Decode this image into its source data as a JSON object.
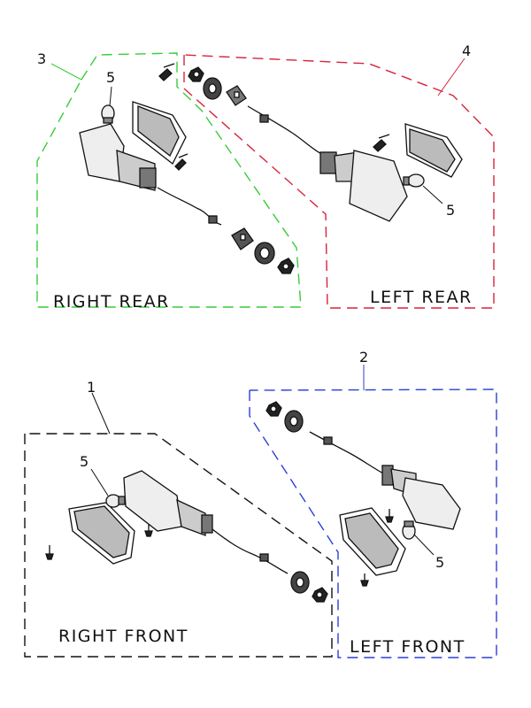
{
  "groups": [
    {
      "callout": "3",
      "label": "RIGHT REAR",
      "color": "#39cc39"
    },
    {
      "callout": "4",
      "label": "LEFT REAR",
      "color": "#d8243c"
    },
    {
      "callout": "1",
      "label": "RIGHT FRONT",
      "color": "#111111"
    },
    {
      "callout": "2",
      "label": "LEFT FRONT",
      "color": "#2b3fd6"
    }
  ],
  "bulb_callout": "5"
}
